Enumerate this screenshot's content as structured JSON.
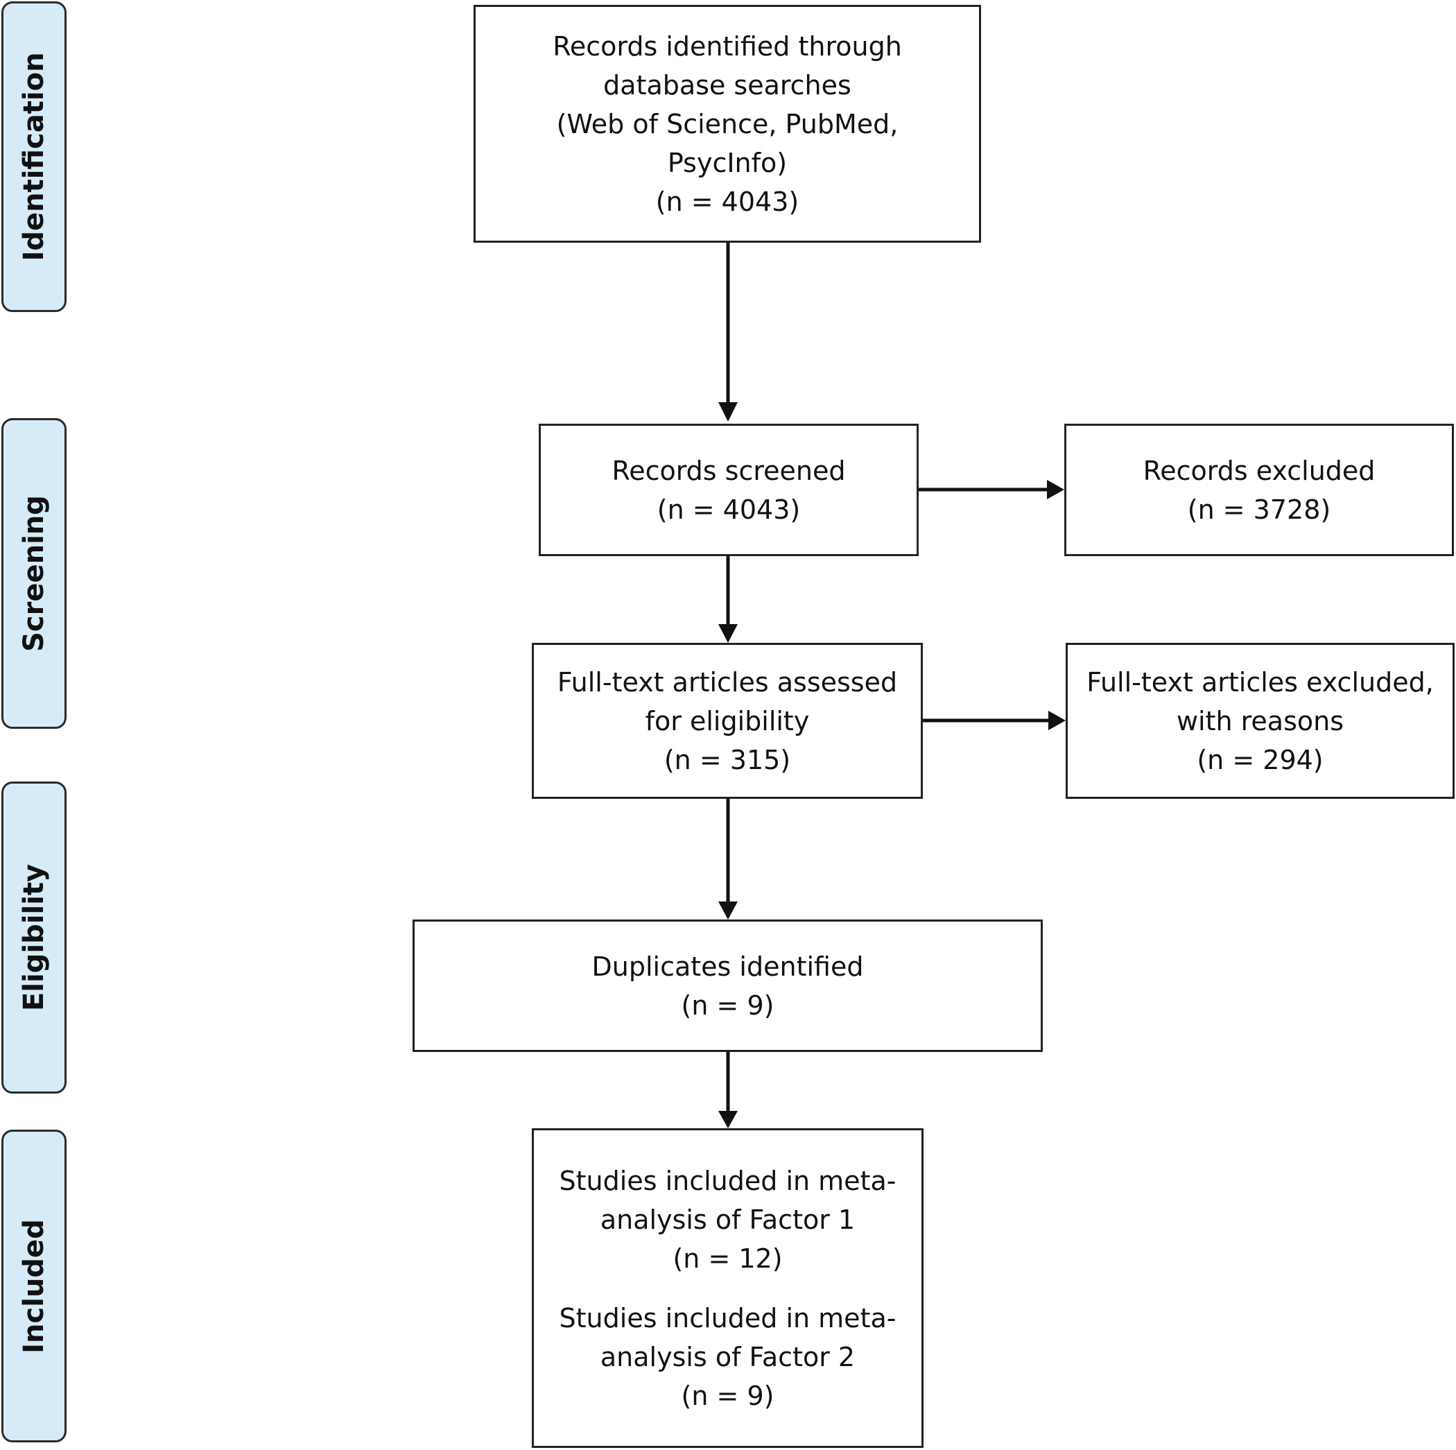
{
  "phases": [
    {
      "id": "identification",
      "label": "Identification"
    },
    {
      "id": "screening",
      "label": "Screening"
    },
    {
      "id": "eligibility",
      "label": "Eligibility"
    },
    {
      "id": "included",
      "label": "Included"
    }
  ],
  "boxes": {
    "identified": {
      "text": "Records identified through\ndatabase searches\n(Web of Science, PubMed,\nPsycInfo)",
      "n": "(n = 4043)"
    },
    "screened": {
      "text": "Records screened",
      "n": "(n = 4043)"
    },
    "excluded": {
      "text": "Records excluded",
      "n": "(n = 3728)"
    },
    "fulltext": {
      "text": "Full-text articles assessed\nfor eligibility",
      "n": "(n = 315)"
    },
    "fulltext_excluded": {
      "text": "Full-text articles excluded,\nwith reasons",
      "n": "(n = 294)"
    },
    "duplicates": {
      "text": "Duplicates identified",
      "n": "(n = 9)"
    },
    "included": {
      "factor1_text": "Studies included in meta-\nanalysis of Factor 1",
      "factor1_n": "(n = 12)",
      "factor2_text": "Studies included in meta-\nanalysis of Factor 2",
      "factor2_n": "(n = 9)"
    }
  }
}
